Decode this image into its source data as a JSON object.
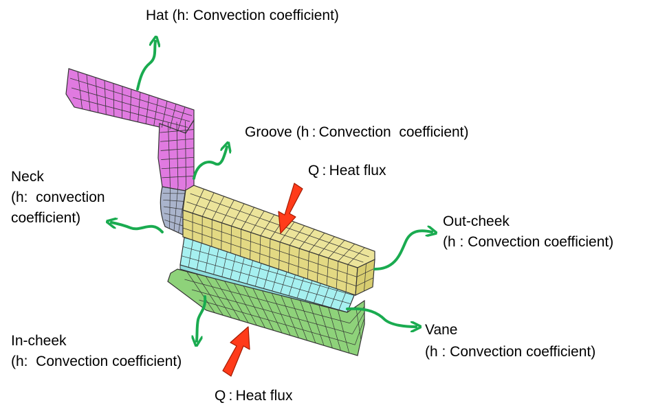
{
  "labels": {
    "hat": "Hat (h: Convection coefficient)",
    "groove": "Groove (h : Convection  coefficient)",
    "heat_flux_top": "Q : Heat flux",
    "neck_line1": "Neck",
    "neck_line2": " (h:  convection",
    "neck_line3": "coefficient)",
    "out_cheek_line1": "Out-cheek",
    "out_cheek_line2": "(h : Convection coefficient)",
    "in_cheek_line1": "In-cheek",
    "in_cheek_line2": "(h:  Convection coefficient)",
    "vane_line1": "Vane",
    "vane_line2": "(h : Convection coefficient)",
    "heat_flux_bottom": "Q : Heat flux"
  },
  "colors": {
    "hat": "#e07ae0",
    "neck": "#aab4cc",
    "groove": "#e3d983",
    "vane": "#a6f0f0",
    "cheek": "#8ed27a",
    "convection_arrow": "#1aab50",
    "heat_flux_arrow": "#ff3b1a"
  }
}
